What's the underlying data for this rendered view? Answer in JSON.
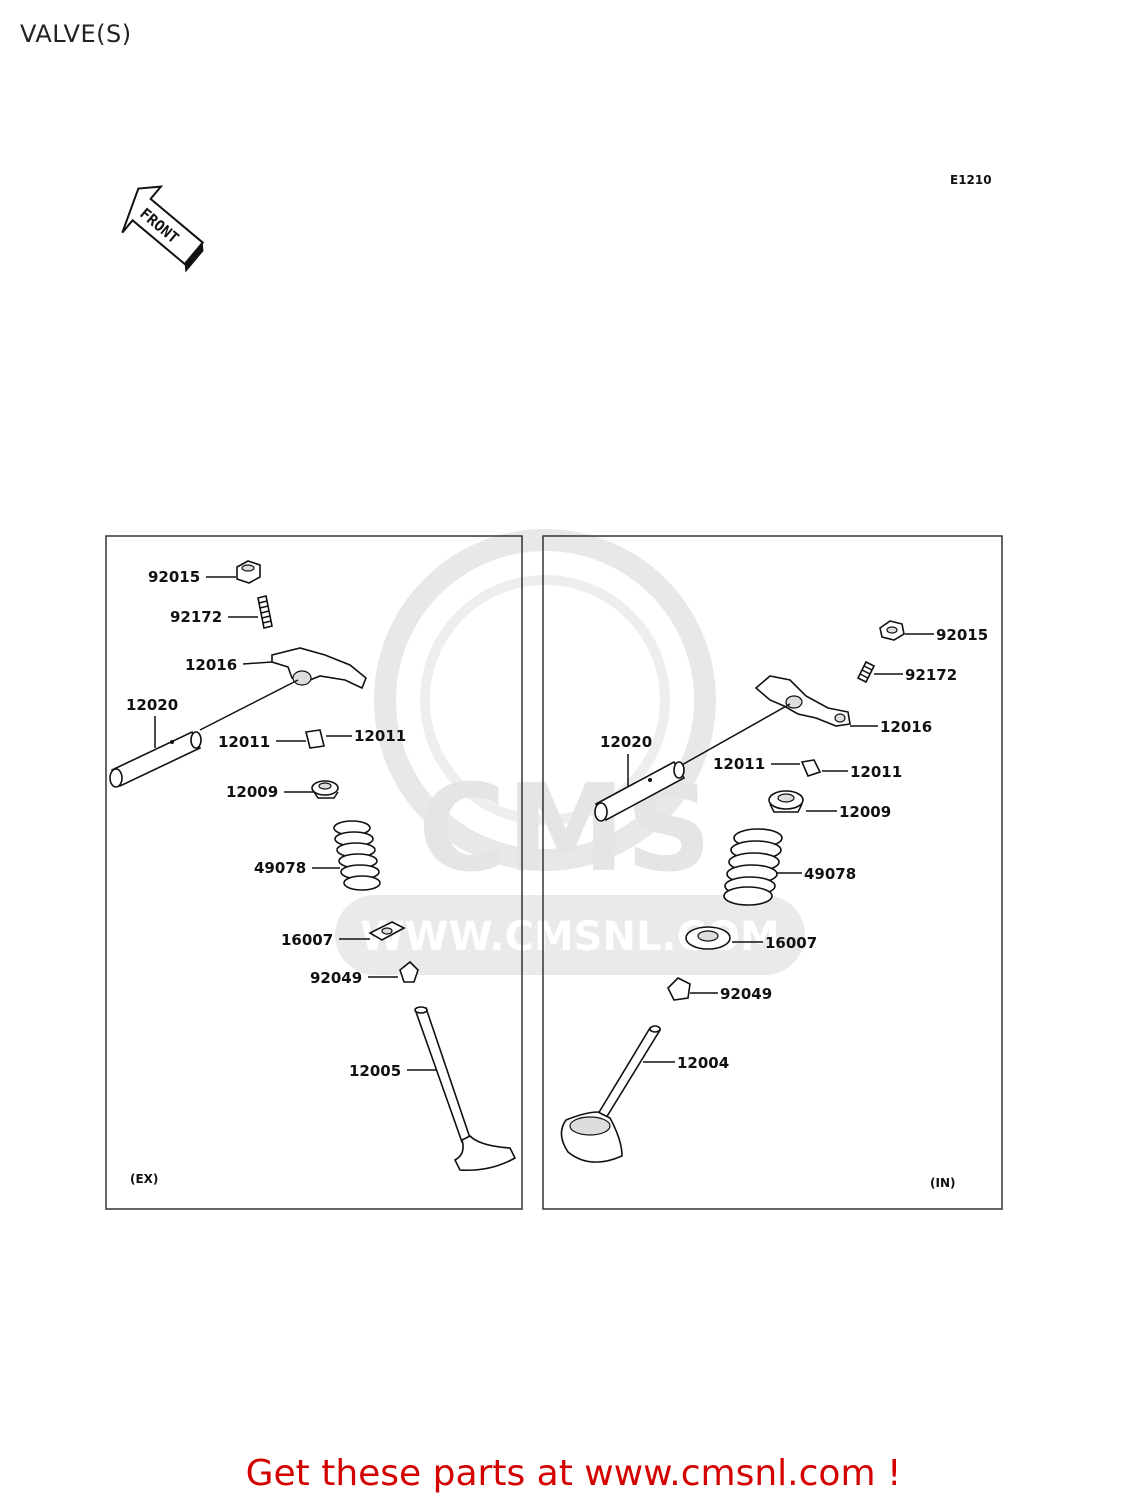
{
  "title": "VALVE(S)",
  "diagram_code": "E1210",
  "front_label": "FRONT",
  "watermark": {
    "logo": "CMS",
    "url": "WWW.CMSNL.COM"
  },
  "exhaust": {
    "panel_label": "(EX)",
    "parts": [
      "92015",
      "92172",
      "12016",
      "12020",
      "12011",
      "12011",
      "12009",
      "49078",
      "16007",
      "92049",
      "12005"
    ]
  },
  "intake": {
    "panel_label": "(IN)",
    "parts": [
      "92015",
      "92172",
      "12016",
      "12020",
      "12011",
      "12011",
      "12009",
      "49078",
      "16007",
      "92049",
      "12004"
    ]
  },
  "footer": {
    "link_text": "Get these parts at www.cmsnl.com !"
  },
  "colors": {
    "footer": "#d40000",
    "watermark": "#e6e6e6"
  }
}
